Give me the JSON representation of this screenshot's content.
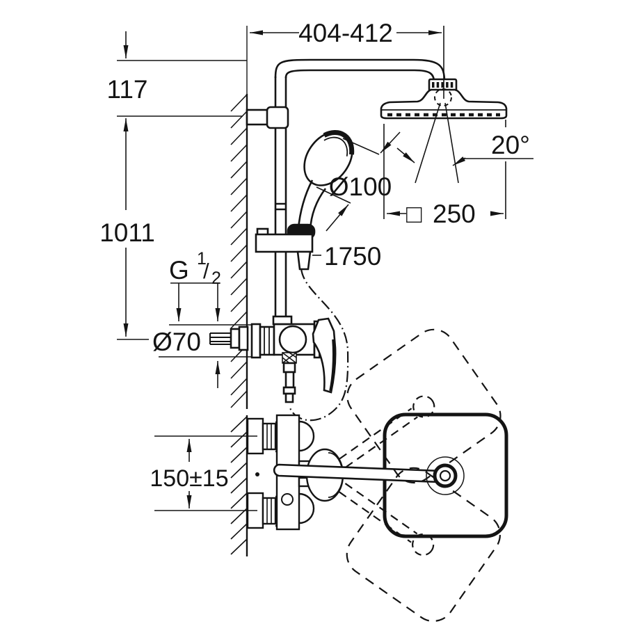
{
  "drawing": {
    "kind": "shower-system-installation-drawing",
    "style": {
      "ink": "#141414",
      "paper": "#ffffff"
    },
    "annotations": {
      "arm_reach": "404-412",
      "wall_offset": "117",
      "riser_height": "1011",
      "thread": {
        "g": "G",
        "numerator": "1",
        "separator": "/",
        "denominator": "2"
      },
      "escutcheon_diameter": "Ø70",
      "hand_shower_diameter": "Ø100",
      "hose_length": "1750",
      "spray_angle": "20°",
      "head_shower_symbol": "□",
      "head_shower_size": "250",
      "supply_spacing": "150±15"
    }
  }
}
